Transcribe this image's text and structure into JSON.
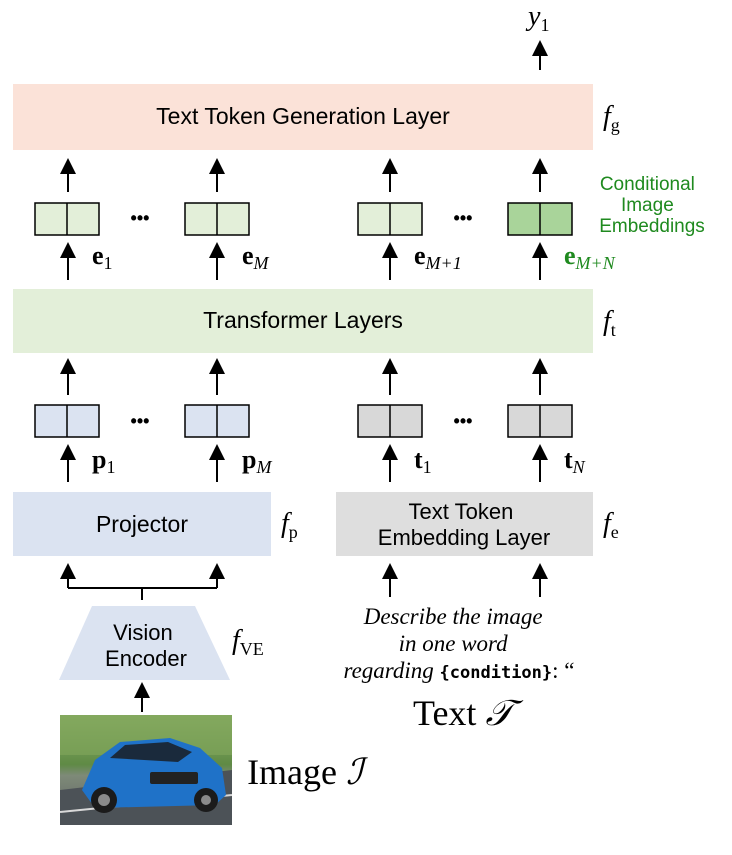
{
  "diagram": {
    "output": {
      "label": "y",
      "sub": "1"
    },
    "layers": {
      "generation": {
        "label": "Text Token Generation Layer",
        "fn": "f",
        "fn_sub": "g",
        "color": "#fbe2d8"
      },
      "transformer": {
        "label": "Transformer Layers",
        "fn": "f",
        "fn_sub": "t",
        "color": "#e3efd9"
      },
      "projector": {
        "label": "Projector",
        "fn": "f",
        "fn_sub": "p",
        "color": "#dbe3f1"
      },
      "text_embedding": {
        "line1": "Text Token",
        "line2": "Embedding Layer",
        "fn": "f",
        "fn_sub": "e",
        "color": "#dedede"
      },
      "vision_encoder": {
        "line1": "Vision",
        "line2": "Encoder",
        "fn": "f",
        "fn_sub": "VE",
        "color": "#dbe3f1"
      }
    },
    "embeddings": [
      {
        "base": "e",
        "sub": "1"
      },
      {
        "base": "e",
        "sub": "M"
      },
      {
        "base": "e",
        "sub": "M+1"
      },
      {
        "base": "e",
        "sub": "M+N"
      }
    ],
    "inputs": [
      {
        "base": "p",
        "sub": "1"
      },
      {
        "base": "p",
        "sub": "M"
      },
      {
        "base": "t",
        "sub": "1"
      },
      {
        "base": "t",
        "sub": "N"
      }
    ],
    "conditional_note": {
      "line1": "Conditional",
      "line2": "Image",
      "line3": "Embeddings",
      "color": "#1f8a1f"
    },
    "ellipsis": "•••",
    "prompt": {
      "line1": "Describe the image",
      "line2": "in one word",
      "line3_prefix": "regarding ",
      "line3_code": "{condition}",
      "line3_suffix": ": “"
    },
    "text_label": {
      "word": "Text",
      "symbol": "𝒯"
    },
    "image_label": {
      "word": "Image",
      "symbol": "ℐ"
    },
    "colors": {
      "green_box": "#e3efd9",
      "green_box_dark": "#a9d49a",
      "blue_box": "#dbe3f1",
      "gray_box": "#d8d8d8",
      "accent_green": "#1f8a1f"
    }
  }
}
